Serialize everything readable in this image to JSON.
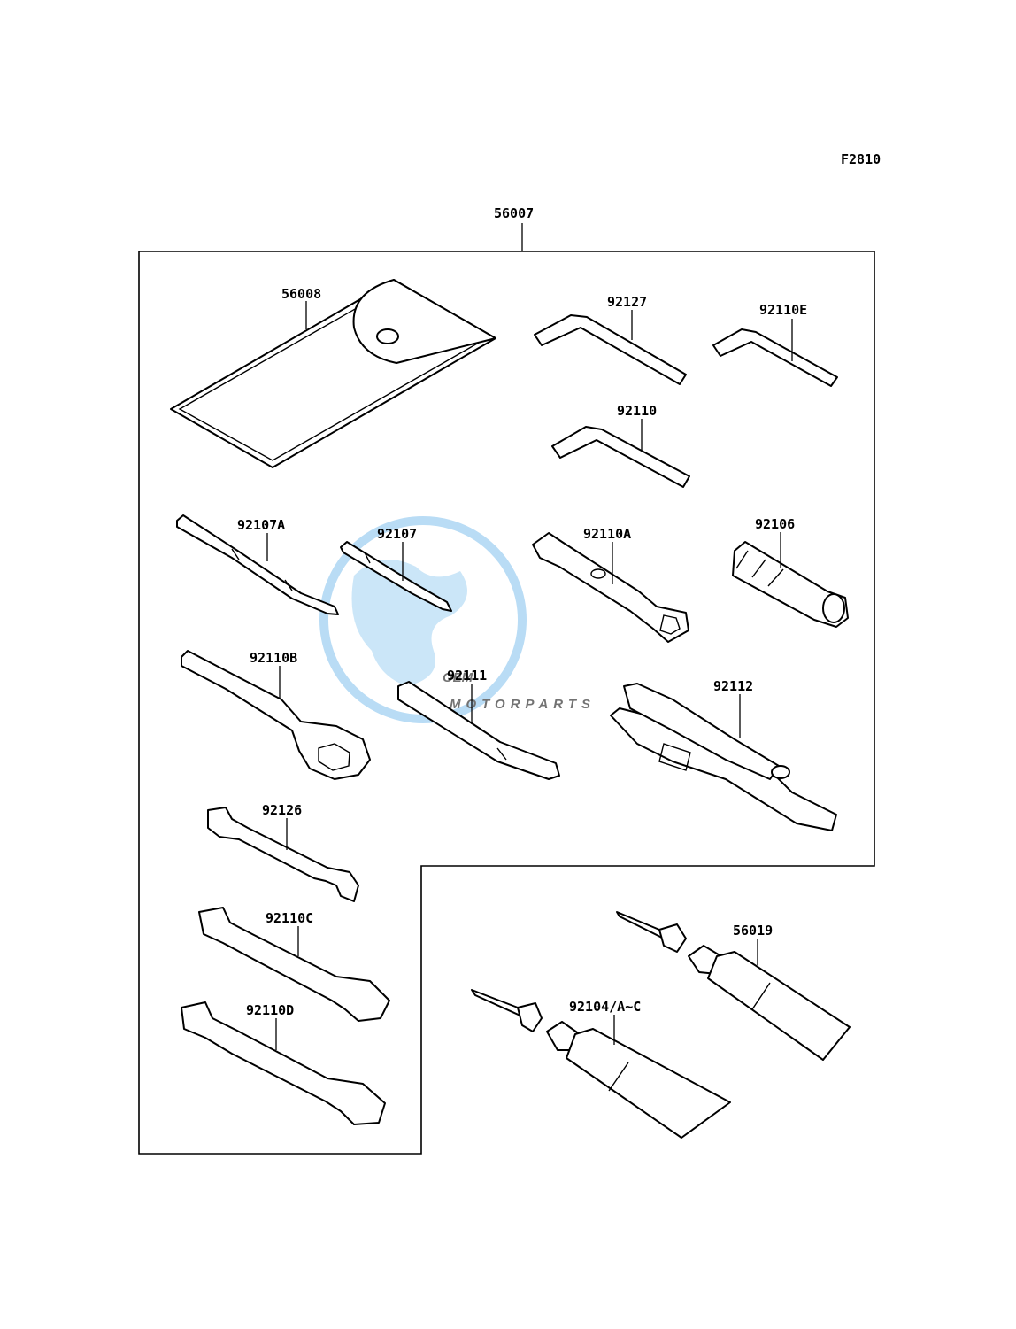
{
  "diagram": {
    "figure_code": "F2810",
    "assembly_number": "56007",
    "watermark": {
      "brand": "OEM",
      "sub": "MOTORPARTS",
      "color_main": "#8a8a8a",
      "color_globe": "#5fb0e8"
    },
    "parts": [
      {
        "id": "p56008",
        "number": "56008"
      },
      {
        "id": "p92127",
        "number": "92127"
      },
      {
        "id": "p92110E",
        "number": "92110E"
      },
      {
        "id": "p92110",
        "number": "92110"
      },
      {
        "id": "p92107A",
        "number": "92107A"
      },
      {
        "id": "p92107",
        "number": "92107"
      },
      {
        "id": "p92110A",
        "number": "92110A"
      },
      {
        "id": "p92106",
        "number": "92106"
      },
      {
        "id": "p92110B",
        "number": "92110B"
      },
      {
        "id": "p92111",
        "number": "92111"
      },
      {
        "id": "p92112",
        "number": "92112"
      },
      {
        "id": "p92126",
        "number": "92126"
      },
      {
        "id": "p92110C",
        "number": "92110C"
      },
      {
        "id": "p92110D",
        "number": "92110D"
      },
      {
        "id": "p56019",
        "number": "56019"
      },
      {
        "id": "p92104",
        "number": "92104/A~C"
      }
    ]
  }
}
